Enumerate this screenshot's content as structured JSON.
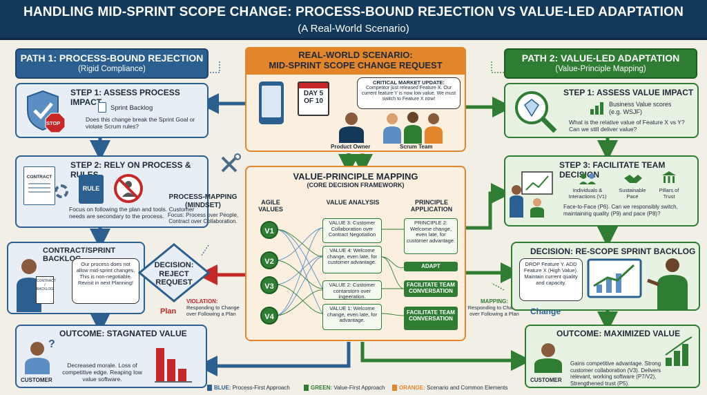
{
  "header": {
    "title": "HANDLING MID-SPRINT SCOPE CHANGE: PROCESS-BOUND REJECTION VS VALUE-LED ADAPTATION",
    "subtitle": "(A Real-World Scenario)"
  },
  "path1": {
    "title": "PATH 1: PROCESS-BOUND REJECTION",
    "subtitle": "(Rigid Compliance)",
    "step1": {
      "title": "STEP 1: ASSESS PROCESS IMPACT",
      "backlog": "Sprint Backlog",
      "question": "Does this change break the Sprint Goal or violate Scrum rules?",
      "stop": "STOP"
    },
    "step2": {
      "title": "STEP 2: RELY ON PROCESS & RULES",
      "contract": "CONTRACT",
      "rule": "RULE",
      "text": "Focus on following the plan and tools. Customer needs are secondary to the process."
    },
    "mindset": {
      "title": "PROCESS-MAPPING (MINDSET)",
      "text": "Focus: Process over People, Contract over Collaboration."
    },
    "backlog_box": {
      "title": "CONTRACT/SPRINT BACKLOG",
      "doc": "CONTRACT / BACKLOG",
      "speech": "Our process does not allow mid-sprint changes. This is non-negotiable. Revisit in next Planning!"
    },
    "decision": "DECISION: REJECT REQUEST",
    "violation": {
      "label": "VIOLATION:",
      "text": "Responding to Change over Following a Plan",
      "plan": "Plan"
    },
    "outcome": {
      "title": "OUTCOME: STAGNATED VALUE",
      "text": "Decreased morale. Loss of competitive edge. Reaping low value software.",
      "customer": "CUSTOMER"
    }
  },
  "scenario": {
    "title1": "REAL-WORLD SCENARIO:",
    "title2": "MID-SPRINT SCOPE CHANGE REQUEST",
    "calendar": "DAY 5 OF 10",
    "update_title": "CRITICAL MARKET UPDATE:",
    "update_text": "Competitor just released Feature X. Our current feature Y is now low value. We must switch to Feature X now!",
    "po": "Product Owner",
    "team": "Scrum Team"
  },
  "mapping": {
    "title": "VALUE-PRINCIPLE MAPPING",
    "subtitle": "(CORE DECISION FRAMEWORK)",
    "col1": "AGILE VALUES",
    "col2": "VALUE ANALYSIS",
    "col3": "PRINCIPLE APPLICATION",
    "values": [
      "V1",
      "V2",
      "V3",
      "V4"
    ],
    "analysis": [
      "VALUE 3: Customer Collaboration over Contract Negotiation",
      "VALUE 4: Welcome change, even late, for customer advantage.",
      "VALUE 2: Customer contarstorn over ingeeration.",
      "VALUE 1: Welcome change, even late, for advantage."
    ],
    "principle": "PRINCIPLE 2: Welcome change, even late, for customer advantage.",
    "adapt": "ADAPT",
    "facilitate1": "FACILITATE TEAM CONVERSATION",
    "facilitate2": "FACILITATE TEAM CONVERSATION"
  },
  "path2": {
    "title": "PATH 2: VALUE-LED ADAPTATION",
    "subtitle": "(Value-Principle Mapping)",
    "step1": {
      "title": "STEP 1: ASSESS VALUE IMPACT",
      "bv": "Business Value scores (e.g. WSJF)",
      "question": "What is the relative value of Feature X vs Y? Can we still deliver value?"
    },
    "step3": {
      "title": "STEP 3: FACILITATE TEAM DECISION",
      "i1": "Individuals & Interactions (V1)",
      "i2": "Sustainable Pace",
      "i3": "Pillars of Trust",
      "text": "Face-to-Face (P6). Can we responsibly switch, maintaining quality (P9) and pace (P8)?"
    },
    "decision": {
      "title": "DECISION: RE-SCOPE SPRINT BACKLOG",
      "text": "DROP Feature Y. ADD Feature X (High Value). Maintain current quality and capacity.",
      "change": "Change"
    },
    "mapping_label": {
      "label": "MAPPING:",
      "text": "Responding to Change over Following a Plan"
    },
    "outcome": {
      "title": "OUTCOME: MAXIMIZED VALUE",
      "text": "Gains competitive advantage. Strong customer collaboration (V3). Delivers relevant, working software (P7/V2). Strengthened trust (P5).",
      "customer": "CUSTOMER"
    }
  },
  "legend": {
    "blue": "BLUE:",
    "blue_text": "Process-First Approach",
    "green": "GREEN:",
    "green_text": "Value-First Approach",
    "orange": "ORANGE:",
    "orange_text": "Scenario and Common Elements"
  },
  "colors": {
    "blue": "#2a5f8f",
    "green": "#2e7d32",
    "orange": "#e3862b",
    "red": "#c62828",
    "navy": "#12395a"
  }
}
